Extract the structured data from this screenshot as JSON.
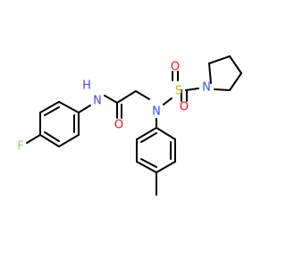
{
  "molecule": {
    "atoms": {
      "fluorine": "F",
      "amide_n": "N",
      "amide_h": "H",
      "carbonyl_o": "O",
      "sulfonamide_n": "N",
      "sulfur": "S",
      "sulfonyl_o_left": "O",
      "sulfonyl_o_right": "O",
      "pyrrolidine_n": "N"
    },
    "colors": {
      "bond": "#000000",
      "fluorine": "#90e050",
      "nitrogen": "#3050f8",
      "oxygen": "#ff0d0d",
      "sulfur": "#c8b400"
    }
  }
}
